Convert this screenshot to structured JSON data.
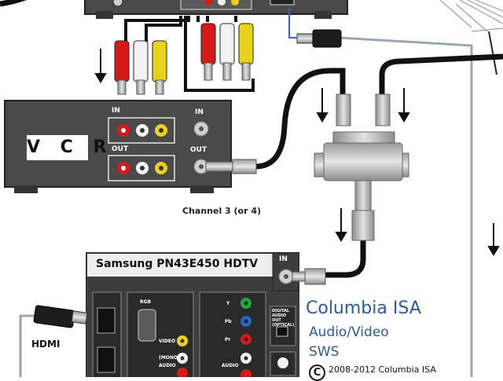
{
  "vcr": {
    "title": "V C R",
    "in_label": "IN",
    "out_label": "OUT",
    "rf_in_label": "IN",
    "rf_out_label": "OUT"
  },
  "channel_label": "Channel 3 (or 4)",
  "tv": {
    "title": "Samsung PN43E450 HDTV",
    "rf_in_label": "IN",
    "rgb_label": "RGB",
    "video_label": "VIDEO",
    "audio_label": "AUDIO",
    "mono_label": "(MONO)",
    "y_label": "Y",
    "pb_label": "Pb",
    "pr_label": "Pr",
    "optical_label": "DIGITAL AUDIO OUT (OPTICAL)"
  },
  "hdmi_label": "HDMI",
  "brand": {
    "line1": "Columbia ISA",
    "line2": "Audio/Video",
    "line3": "SWS",
    "copyright_symbol": "C",
    "copyright_text": "2008-2012 Columbia ISA"
  },
  "colors": {
    "device": "#4a4a4a",
    "cable": "#111111",
    "rca_red": "#d61a1a",
    "rca_white": "#f2f2f2",
    "rca_yellow": "#e8d21c",
    "brand_blue": "#2a5aa0",
    "metal": "#b8b8b8"
  }
}
